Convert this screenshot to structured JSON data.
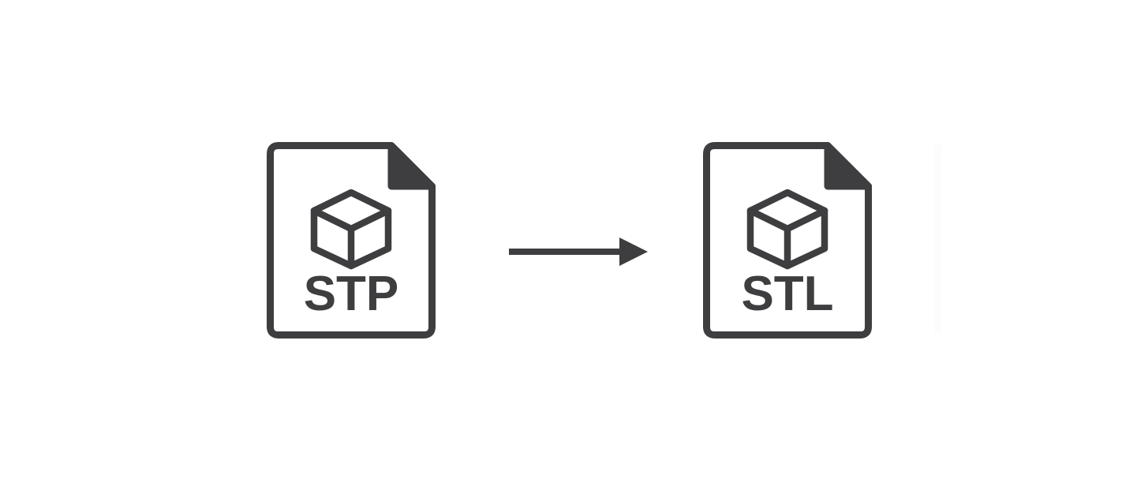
{
  "diagram": {
    "description_icons": {
      "source_icon": "file-3d-model-icon",
      "target_icon": "file-3d-model-icon",
      "arrow_icon": "right-arrow-icon"
    },
    "conversion": {
      "source": {
        "label": "STP"
      },
      "target": {
        "label": "STL"
      },
      "arrow_direction": "right"
    },
    "colors": {
      "line_dark": "#3e3e40",
      "paper_fill": "#ffffff",
      "background": "#ffffff"
    }
  }
}
